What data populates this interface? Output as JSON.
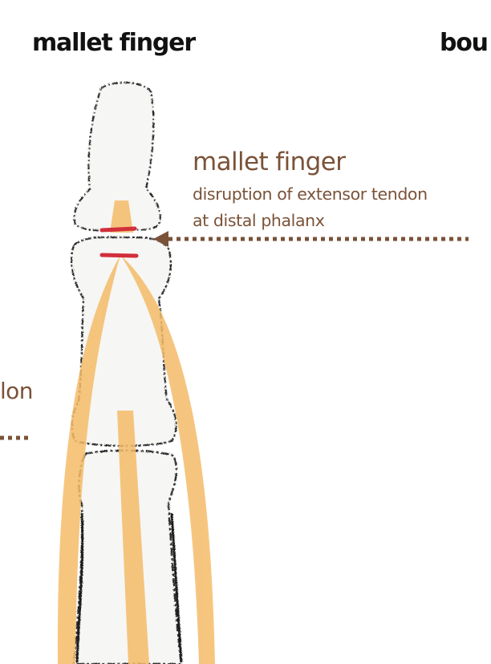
{
  "headings": {
    "main": "mallet finger",
    "next_panel_cut": "bou"
  },
  "callout": {
    "title": "mallet finger",
    "line1": "disruption of extensor tendon",
    "line2": "at distal phalanx"
  },
  "left_panel_cut_label": "lon",
  "colors": {
    "heading": "#111111",
    "annotation": "#7a5238",
    "tendon": "#f4bc69",
    "rupture": "#d22f3b",
    "bone_outline": "#2b2b2b",
    "bone_fill": "#f6f6f4"
  }
}
